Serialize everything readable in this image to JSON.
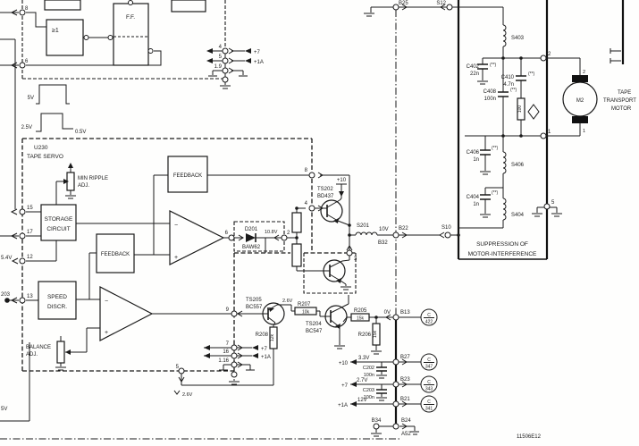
{
  "title_code": "11506E12",
  "logic": {
    "gate": "≥1",
    "ff": "F.F.",
    "pin8": "8",
    "pin6": "6",
    "wf5": "5V",
    "wf25": "2.5V",
    "wf05": "0.5V",
    "pins": {
      "p4": "4",
      "p5": "5",
      "p19": "1.9"
    },
    "plus7": "+7",
    "plus1a": "+1A"
  },
  "servo": {
    "u": "U230",
    "name": "TAPE SERVO",
    "storage1": "STORAGE",
    "storage2": "CIRCUIT",
    "feedback": "FEEDBACK",
    "speed1": "SPEED",
    "speed2": "DISCR.",
    "minripple1": "MIN RIPPLE",
    "minripple2": "ADJ.",
    "balance1": "BALANCE",
    "balance2": "ADJ.",
    "minus": "−",
    "plus": "+",
    "p15": "15",
    "p17": "17",
    "p12": "12",
    "p13": "13",
    "p9": "9",
    "p6": "6",
    "p2": "2",
    "p8": "8",
    "p4": "4",
    "p3": "3",
    "p5": "5",
    "p7": "7",
    "p16": "16",
    "p116": "1.16",
    "v54": "5.4V",
    "v26": "2.6V",
    "n203": "203",
    "v5": "5V"
  },
  "driver": {
    "d201": "D201",
    "baw62": "BAW62",
    "v108": "10.8V",
    "ts202": "TS202",
    "bd437": "BD437",
    "plus10": "+10",
    "ts205": "TS205",
    "bc557": "BC557",
    "v26": "2.6V",
    "ts204": "TS204",
    "bc547": "BC547",
    "r207": "R207",
    "r207v": "10k",
    "r208": "R208",
    "r208v": "12k",
    "r205": "R205",
    "r205v": "15k",
    "r206": "R206",
    "r206v": "15k",
    "s201": "S201",
    "v10": "10V",
    "v0": "0V"
  },
  "suppression": {
    "title1": "SUPPRESSION  OF",
    "title2": "MOTOR-INTERFERENCE",
    "s403": "S403",
    "s406": "S406",
    "s404": "S404",
    "c402": "C402",
    "c402v": "22n",
    "c410": "C410",
    "c410v": "4.7n",
    "c408": "C408",
    "c408v": "100n",
    "c406": "C406",
    "c406v": "1n",
    "c404": "C404",
    "c404v": "1n",
    "r100": "100",
    "star": "(**)",
    "n2": "2",
    "n1": "1",
    "p5": "5"
  },
  "motor": {
    "m2": "M2",
    "t2": "2",
    "t1": "1",
    "l1": "TAPE",
    "l2": "TRANSPORT",
    "l3": "MOTOR"
  },
  "connectors": {
    "b25": "B25",
    "s12": "S12",
    "b22": "B22",
    "b32": "B32",
    "s10": "S10",
    "b13": "B13",
    "b27": "B27",
    "b23": "B23",
    "b21": "B21",
    "b34": "B34",
    "b24": "B24",
    "a52": "A52",
    "v33": "3.3V",
    "v27": "2.7V",
    "v12": "12V",
    "plus10": "+10",
    "plus7": "+7",
    "plus1a": "+1A",
    "c202": "C202",
    "c202v": "100n",
    "c203": "C203",
    "c203v": "100n"
  },
  "refs": {
    "c": "C",
    "r422": "422",
    "r347": "347",
    "r343": "343",
    "r341": "341"
  }
}
